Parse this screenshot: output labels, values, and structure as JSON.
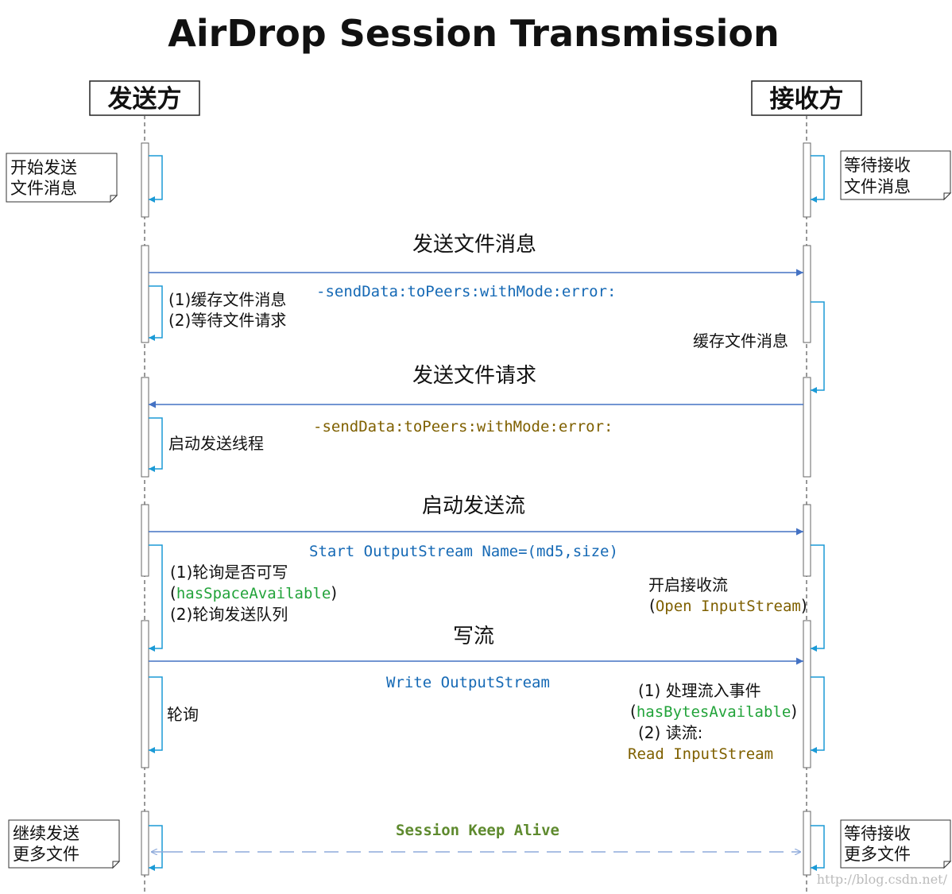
{
  "title": "AirDrop Session Transmission",
  "colors": {
    "arrow": "#4472c4",
    "self_arrow": "#1b9ad6",
    "method_blue": "#1569b5",
    "method_brown": "#7f6000",
    "green": "#22a33a",
    "session_green": "#5e8a2e",
    "dashed": "#8eaadb"
  },
  "actors": {
    "sender": "发送方",
    "receiver": "接收方"
  },
  "notes": {
    "start_send": [
      "开始发送",
      "文件消息"
    ],
    "wait_receive": [
      "等待接收",
      "文件消息"
    ],
    "continue_send": [
      "继续发送",
      "更多文件"
    ],
    "wait_more": [
      "等待接收",
      "更多文件"
    ]
  },
  "messages": {
    "send_file_msg": "发送文件消息",
    "send_file_msg_method": "-sendData:toPeers:withMode:error:",
    "sender_cache_1": "(1)缓存文件消息",
    "sender_cache_2": "(2)等待文件请求",
    "receiver_cache": "缓存文件消息",
    "send_file_req": "发送文件请求",
    "send_file_req_method": "-sendData:toPeers:withMode:error:",
    "start_thread": "启动发送线程",
    "start_stream": "启动发送流",
    "start_stream_method": "Start OutputStream Name=(md5,size)",
    "poll_1": "(1)轮询是否可写",
    "poll_2_open": "(",
    "poll_2_green": "hasSpaceAvailable",
    "poll_2_close": ")",
    "poll_3": "(2)轮询发送队列",
    "open_receive": "开启接收流",
    "open_receive_2_open": "(",
    "open_receive_2_mono": "Open InputStream",
    "open_receive_2_close": ")",
    "write_stream": "写流",
    "write_stream_method": "Write OutputStream",
    "poll": "轮询",
    "handle_1": "(1) 处理流入事件",
    "handle_2_open": "(",
    "handle_2_green": "hasBytesAvailable",
    "handle_2_close": ")",
    "handle_3": "(2) 读流:",
    "handle_4": "Read InputStream",
    "keep_alive": "Session Keep Alive"
  },
  "watermark": "http://blog.csdn.net/"
}
